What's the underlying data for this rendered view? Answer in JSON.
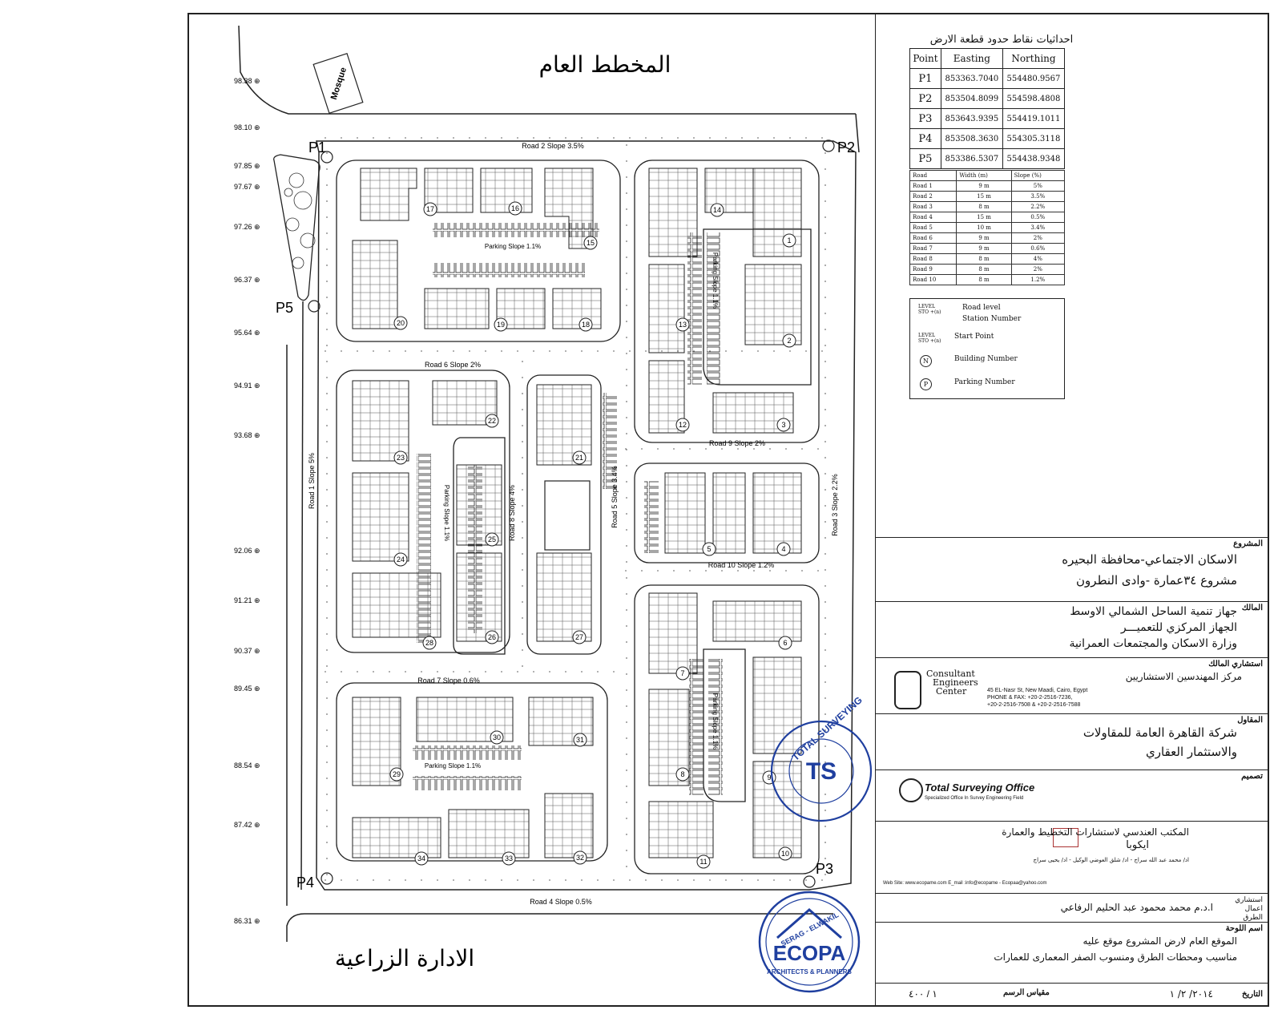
{
  "plan": {
    "master_plan_title": "المخطط العام",
    "agri_admin_label": "الادارة الزراعية",
    "mosque_label": "Mosque",
    "points": [
      {
        "name": "P1"
      },
      {
        "name": "P2"
      },
      {
        "name": "P3"
      },
      {
        "name": "P4"
      },
      {
        "name": "P5"
      }
    ],
    "side_levels": [
      "98.38",
      "98.10",
      "97.85",
      "97.67",
      "97.26",
      "96.37",
      "95.64",
      "94.91",
      "93.68",
      "92.06",
      "91.21",
      "90.37",
      "89.45",
      "88.54",
      "87.42",
      "86.31"
    ],
    "road_labels": [
      "Road 2  Slope 3.5%",
      "Road 6   Slope 2%",
      "Road 7   Slope 0.6%",
      "Road 4   Slope 0.5%",
      "Road 9   Slope 2%",
      "Road 10   Slope 1.2%",
      "Road 1   Slope 5%",
      "Road 8   Slope 4%",
      "Road 5   Slope 3.4%",
      "Road 3   Slope 2.2%"
    ],
    "parking_labels": [
      "Parking Slope 1.1%",
      "Parking Slope 1.1%",
      "Parking Slope 1.1%",
      "Parking Slope 1.1%",
      "Parking Slope 1.1%"
    ],
    "buildings": [
      "1",
      "2",
      "3",
      "4",
      "5",
      "6",
      "7",
      "8",
      "9",
      "10",
      "11",
      "12",
      "13",
      "14",
      "15",
      "16",
      "17",
      "18",
      "19",
      "20",
      "21",
      "22",
      "23",
      "24",
      "25",
      "26",
      "27",
      "28",
      "29",
      "30",
      "31",
      "32",
      "33",
      "34"
    ]
  },
  "coordinates": {
    "title": "احداثيات نقاط حدود قطعة الارض",
    "headers": [
      "Point",
      "Easting",
      "Northing"
    ],
    "rows": [
      {
        "point": "P1",
        "easting": "853363.7040",
        "northing": "554480.9567"
      },
      {
        "point": "P2",
        "easting": "853504.8099",
        "northing": "554598.4808"
      },
      {
        "point": "P3",
        "easting": "853643.9395",
        "northing": "554419.1011"
      },
      {
        "point": "P4",
        "easting": "853508.3630",
        "northing": "554305.3118"
      },
      {
        "point": "P5",
        "easting": "853386.5307",
        "northing": "554438.9348"
      }
    ]
  },
  "roads_table": {
    "headers": [
      "Road",
      "Width (m)",
      "Slope (%)"
    ],
    "rows": [
      {
        "road": "Road 1",
        "width": "9 m",
        "slope": "5%"
      },
      {
        "road": "Road 2",
        "width": "15 m",
        "slope": "3.5%"
      },
      {
        "road": "Road 3",
        "width": "8 m",
        "slope": "2.2%"
      },
      {
        "road": "Road 4",
        "width": "15 m",
        "slope": "0.5%"
      },
      {
        "road": "Road 5",
        "width": "10 m",
        "slope": "3.4%"
      },
      {
        "road": "Road 6",
        "width": "9 m",
        "slope": "2%"
      },
      {
        "road": "Road 7",
        "width": "9 m",
        "slope": "0.6%"
      },
      {
        "road": "Road 8",
        "width": "8 m",
        "slope": "4%"
      },
      {
        "road": "Road 9",
        "width": "8 m",
        "slope": "2%"
      },
      {
        "road": "Road 10",
        "width": "8 m",
        "slope": "1.2%"
      }
    ]
  },
  "legend": {
    "items": [
      {
        "symbol_top": "LEVEL",
        "symbol_bottom": "STO +(n)",
        "label": "Road level"
      },
      {
        "label": "Station Number"
      },
      {
        "symbol_top": "LEVEL",
        "symbol_bottom": "STO +(n)",
        "label": "Start Point"
      },
      {
        "symbol": "N",
        "label": "Building Number"
      },
      {
        "symbol": "P",
        "label": "Parking Number"
      }
    ]
  },
  "title_block": {
    "project_label": "المشروع",
    "project_lines": [
      "الاسكان الاجتماعي-محافظة البحيره",
      "مشروع ٣٤عمارة -وادى النطرون"
    ],
    "owner_label": "المالك",
    "owner_lines": [
      "جهاز تنمية الساحل الشمالي الاوسط",
      "الجهاز المركزي للتعميـــر",
      "وزارة الاسكان والمجتمعات العمرانية"
    ],
    "consultant_label": "استشاري المالك",
    "consultant_ar": "مركز المهندسين الاستشاريين",
    "consultant_en": [
      "Consultant",
      "Engineers",
      "Center"
    ],
    "consultant_addr": [
      "45 EL-Nasr St, New Maadi, Cairo, Egypt",
      "PHONE & FAX: +20-2-2516-7236,",
      "+20-2-2516-7508 & +20-2-2516-7588"
    ],
    "contractor_label": "المقاول",
    "contractor_lines": [
      "شركة القاهرة العامة للمقاولات",
      "والاستثمار العقاري"
    ],
    "design_label": "تصميم",
    "survey_office": "Total Surveying Office",
    "survey_sub": "Specialized Office In Survey Engineering Field",
    "ecopa_lines": [
      "المكتب العندسي لاستشارات التخطيط والعمارة",
      "ايكوبا"
    ],
    "ecopa_people": "اد/ محمد عبد الله سراج - اد/ شلق العوضي الوكيل - اد/ يحيى سراج",
    "ecopa_web": "Web Site: www.ecopame.com  E_mail :info@ecopame - Ecopaa@yahoo.com",
    "roads_consultant_label": "استشاري اعمال الطرق",
    "roads_consultant_name": "ا.د.م  محمد محمود عبد الحليم الرفاعي",
    "sheet_label": "اسم اللوحة",
    "sheet_lines": [
      "الموقع العام لارض المشروع موقع عليه",
      "مناسيب ومحطات الطرق ومنسوب الصفر المعمارى للعمارات"
    ],
    "date_label": "التاريخ",
    "date_value": "٢٠١٤/ ٢/ ١",
    "scale_label": "مقياس الرسم",
    "scale_value": "١ / ٤٠٠",
    "stamp_text": "SERAG - ELWAKIL",
    "stamp_brand": "ECOPA",
    "stamp_sub": "ARCHITECTS & PLANNERS",
    "seal_text": "TOTAL SURVEYING"
  }
}
